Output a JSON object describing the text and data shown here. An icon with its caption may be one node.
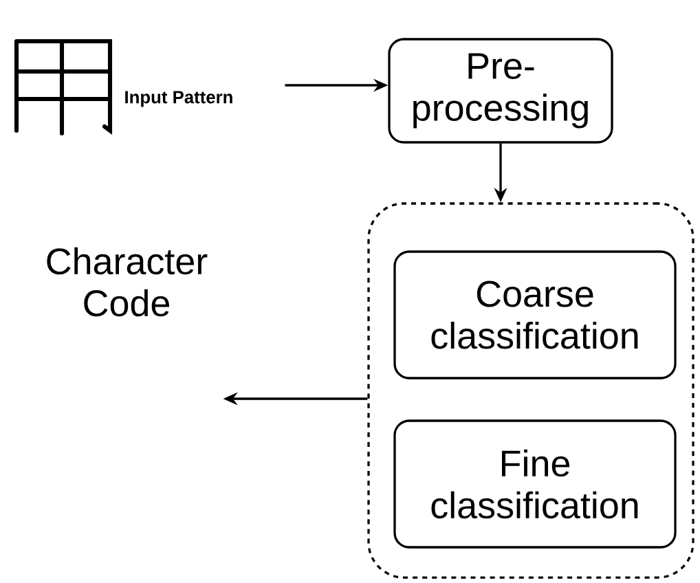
{
  "diagram": {
    "nodes": [
      {
        "text": [],
        "shape": "picture",
        "beside": [
          "Input Pattern"
        ]
      },
      {
        "text": [
          "Pre-processing"
        ]
      },
      {
        "text": [],
        "shape": "box"
      },
      {
        "text": [
          "Coarse classification"
        ],
        "in": 2
      },
      {
        "text": [
          "Fine classification"
        ],
        "in": 2
      },
      {
        "text": [
          "Character Code"
        ]
      }
    ],
    "edges": [
      {
        "from": 0,
        "to": 1,
        "arrow": "to"
      },
      {
        "from": 1,
        "to": 2,
        "arrow": "to"
      },
      {
        "from": 2,
        "to": 5,
        "arrow": "to"
      }
    ]
  }
}
